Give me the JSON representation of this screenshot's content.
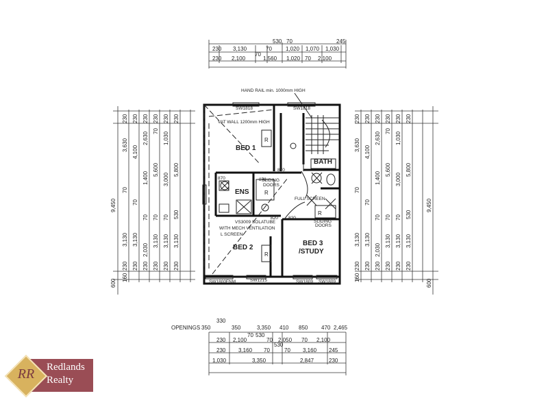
{
  "plan": {
    "top_dims_row1": [
      "230",
      "3,130",
      "530",
      "70",
      "70",
      "1,020",
      "1,070",
      "1,030",
      "245"
    ],
    "top_dims_row1b": [
      "70"
    ],
    "top_dims_row2": [
      "230",
      "2,100",
      "1,560",
      "1,020",
      "70",
      "2,100"
    ],
    "left_dims": [
      [
        "9,450"
      ],
      [
        "230",
        "3,630",
        "70",
        "3,130",
        "230",
        "160"
      ],
      [
        "230",
        "4,100",
        "70",
        "3,130",
        "230"
      ],
      [
        "230",
        "2,630",
        "1,400",
        "70",
        "2,030",
        "230"
      ],
      [
        "230",
        "70",
        "5,600",
        "70",
        "3,130",
        "230"
      ],
      [
        "230",
        "1,030",
        "3,000",
        "70",
        "3,130",
        "230"
      ],
      [
        "230",
        "5,800",
        "530",
        "3,130",
        "230"
      ],
      [
        "600"
      ]
    ],
    "right_dims": [
      [
        "230",
        "3,630",
        "70",
        "3,130",
        "230",
        "160"
      ],
      [
        "230",
        "4,100",
        "70",
        "3,130",
        "230"
      ],
      [
        "230",
        "2,630",
        "1,400",
        "70",
        "2,030",
        "230"
      ],
      [
        "230",
        "70",
        "5,600",
        "70",
        "3,130",
        "230"
      ],
      [
        "230",
        "1,030",
        "3,000",
        "70",
        "3,130",
        "230"
      ],
      [
        "230",
        "5,800",
        "530",
        "3,130",
        "230"
      ],
      [
        "9,450"
      ],
      [
        "600"
      ]
    ],
    "bottom_openings_label": "OPENINGS",
    "bottom_dims_row0": [
      "350",
      "330",
      "350",
      "3,350",
      "410",
      "850",
      "470",
      "2,465"
    ],
    "bottom_dims_row1": [
      "70",
      "530"
    ],
    "bottom_dims_row2": [
      "230",
      "2,100",
      "70",
      "2,050",
      "70",
      "2,100"
    ],
    "bottom_dims_row3": [
      "530"
    ],
    "bottom_dims_row4": [
      "230",
      "3,160",
      "70",
      "70",
      "3,160",
      "245"
    ],
    "bottom_dims_row5": [
      "1,030",
      "3,350",
      "2,847",
      "230"
    ],
    "rooms": {
      "bed1": "BED 1",
      "bed2": "BED 2",
      "bed3": "BED 3",
      "study": "/STUDY",
      "bath": "BATH",
      "ens": "ENS"
    },
    "notes": {
      "handrail": "HAND RAIL min. 1000mm HIGH",
      "wall": "VAT WALL 1200mm HIGH",
      "sw1818a": "SW1818",
      "sw1818b": "SW1818",
      "sw1809a": "SW1809",
      "sw1809b": "SW1809",
      "sw1215": "SW1215",
      "sw1800": "SW1800FNM",
      "vs": "VS3009 SOLATUBE",
      "vs2": "WITH MECH VENTILATION",
      "lscreen": "L SCREEN",
      "fullscreen": "FULL SCREEN",
      "sliding1": "SLIDING",
      "sliding2": "DOORS",
      "sliding3": "SLIDING",
      "sliding4": "DOORS",
      "r": "R",
      "d870a": "870",
      "d870b": "870",
      "d820a": "820",
      "d820b": "820",
      "d870c": "870"
    }
  },
  "logo": {
    "initials": "RR",
    "line1": "Redlands",
    "line2": "Realty",
    "box_color": "#9a4d55",
    "diamond_color": "#d8b25e"
  }
}
